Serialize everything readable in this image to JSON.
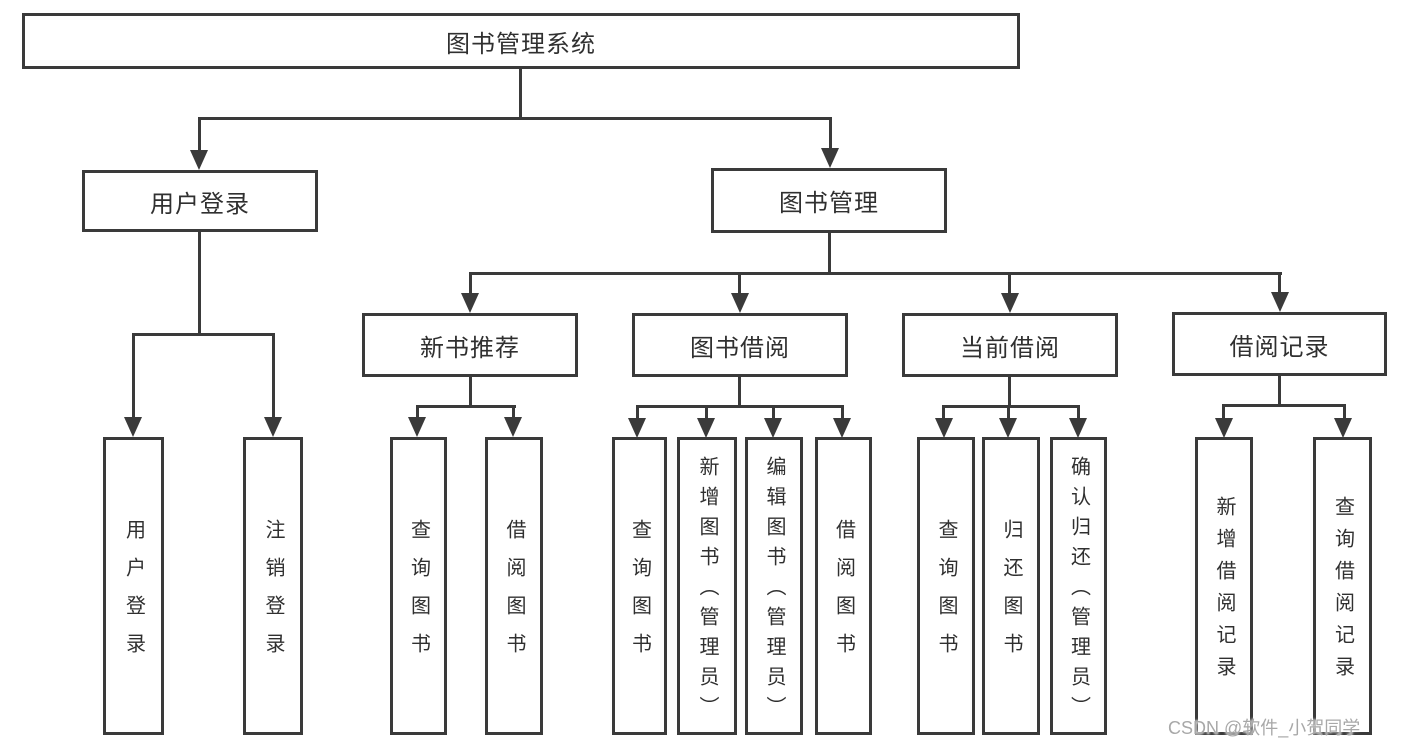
{
  "diagram": {
    "root": {
      "label": "图书管理系统"
    },
    "children": [
      {
        "label": "用户登录",
        "children": [
          {
            "label": "用户登录"
          },
          {
            "label": "注销登录"
          }
        ]
      },
      {
        "label": "图书管理",
        "children": [
          {
            "label": "新书推荐",
            "children": [
              {
                "label": "查询图书"
              },
              {
                "label": "借阅图书"
              }
            ]
          },
          {
            "label": "图书借阅",
            "children": [
              {
                "label": "查询图书"
              },
              {
                "label": "新增图书（管理员）"
              },
              {
                "label": "编辑图书（管理员）"
              },
              {
                "label": "借阅图书"
              }
            ]
          },
          {
            "label": "当前借阅",
            "children": [
              {
                "label": "查询图书"
              },
              {
                "label": "归还图书"
              },
              {
                "label": "确认归还（管理员）"
              }
            ]
          },
          {
            "label": "借阅记录",
            "children": [
              {
                "label": "新增借阅记录"
              },
              {
                "label": "查询借阅记录"
              }
            ]
          }
        ]
      }
    ]
  },
  "watermark": "CSDN @软件_小贺同学",
  "colors": {
    "line": "#3a3a3a",
    "text": "#303030",
    "watermark": "#a8a8a8",
    "bg": "#ffffff"
  }
}
